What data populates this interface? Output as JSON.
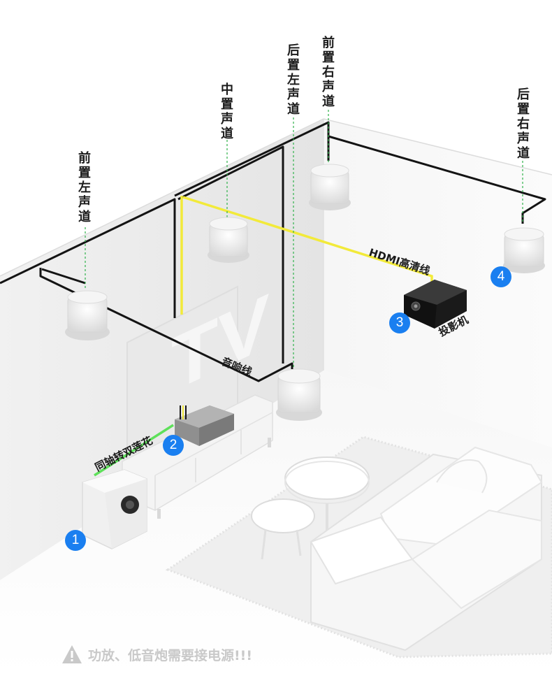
{
  "colors": {
    "speaker_wire": "#141414",
    "hdmi_wire": "#f2ea3a",
    "coax_wire": "#5ee05a",
    "badge": "#1a7ff0",
    "dashed_leader": "#2fb24a",
    "warning_text": "#c9c9c9"
  },
  "speakers": {
    "front_left": "前置左声道",
    "center": "中置声道",
    "rear_left": "后置左声道",
    "front_right": "前置右声道",
    "rear_right": "后置右声道"
  },
  "cables": {
    "hdmi": "HDMI高清线",
    "speaker": "音响线",
    "coax": "同轴转双莲花"
  },
  "devices": {
    "projector": "投影机",
    "tv_watermark": "TV"
  },
  "badges": [
    "1",
    "2",
    "3",
    "4"
  ],
  "warning": {
    "icon": "warning-triangle-icon",
    "text": "功放、低音炮需要接电源!!!"
  }
}
